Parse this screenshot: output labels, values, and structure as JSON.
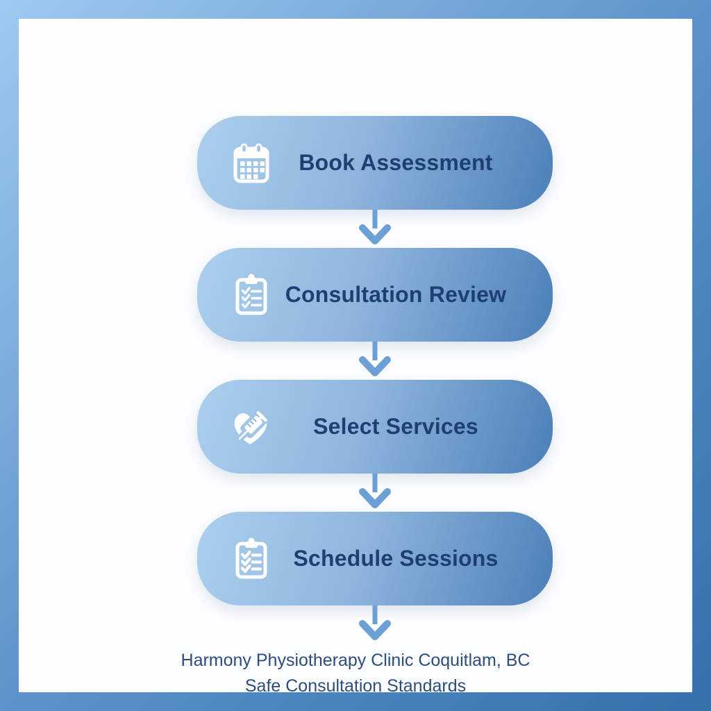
{
  "flow": {
    "steps": [
      {
        "label": "Book Assessment",
        "icon": "calendar-icon"
      },
      {
        "label": "Consultation Review",
        "icon": "clipboard-check-icon"
      },
      {
        "label": "Select Services",
        "icon": "heart-syringe-icon"
      },
      {
        "label": "Schedule Sessions",
        "icon": "checklist-icon"
      }
    ]
  },
  "footer": {
    "line1": "Harmony Physiotherapy Clinic Coquitlam, BC",
    "line2": "Safe Consultation Standards"
  },
  "colors": {
    "frame_gradient_start": "#9ecaf0",
    "frame_gradient_end": "#3471ac",
    "canvas": "#fcfdfe",
    "pill_gradient_start": "#accfee",
    "pill_gradient_end": "#4c7fb9",
    "pill_label_text": "#1d3f71",
    "arrow": "#6b9fd6",
    "footer_text": "#2d4d80",
    "icon": "#ffffff"
  }
}
